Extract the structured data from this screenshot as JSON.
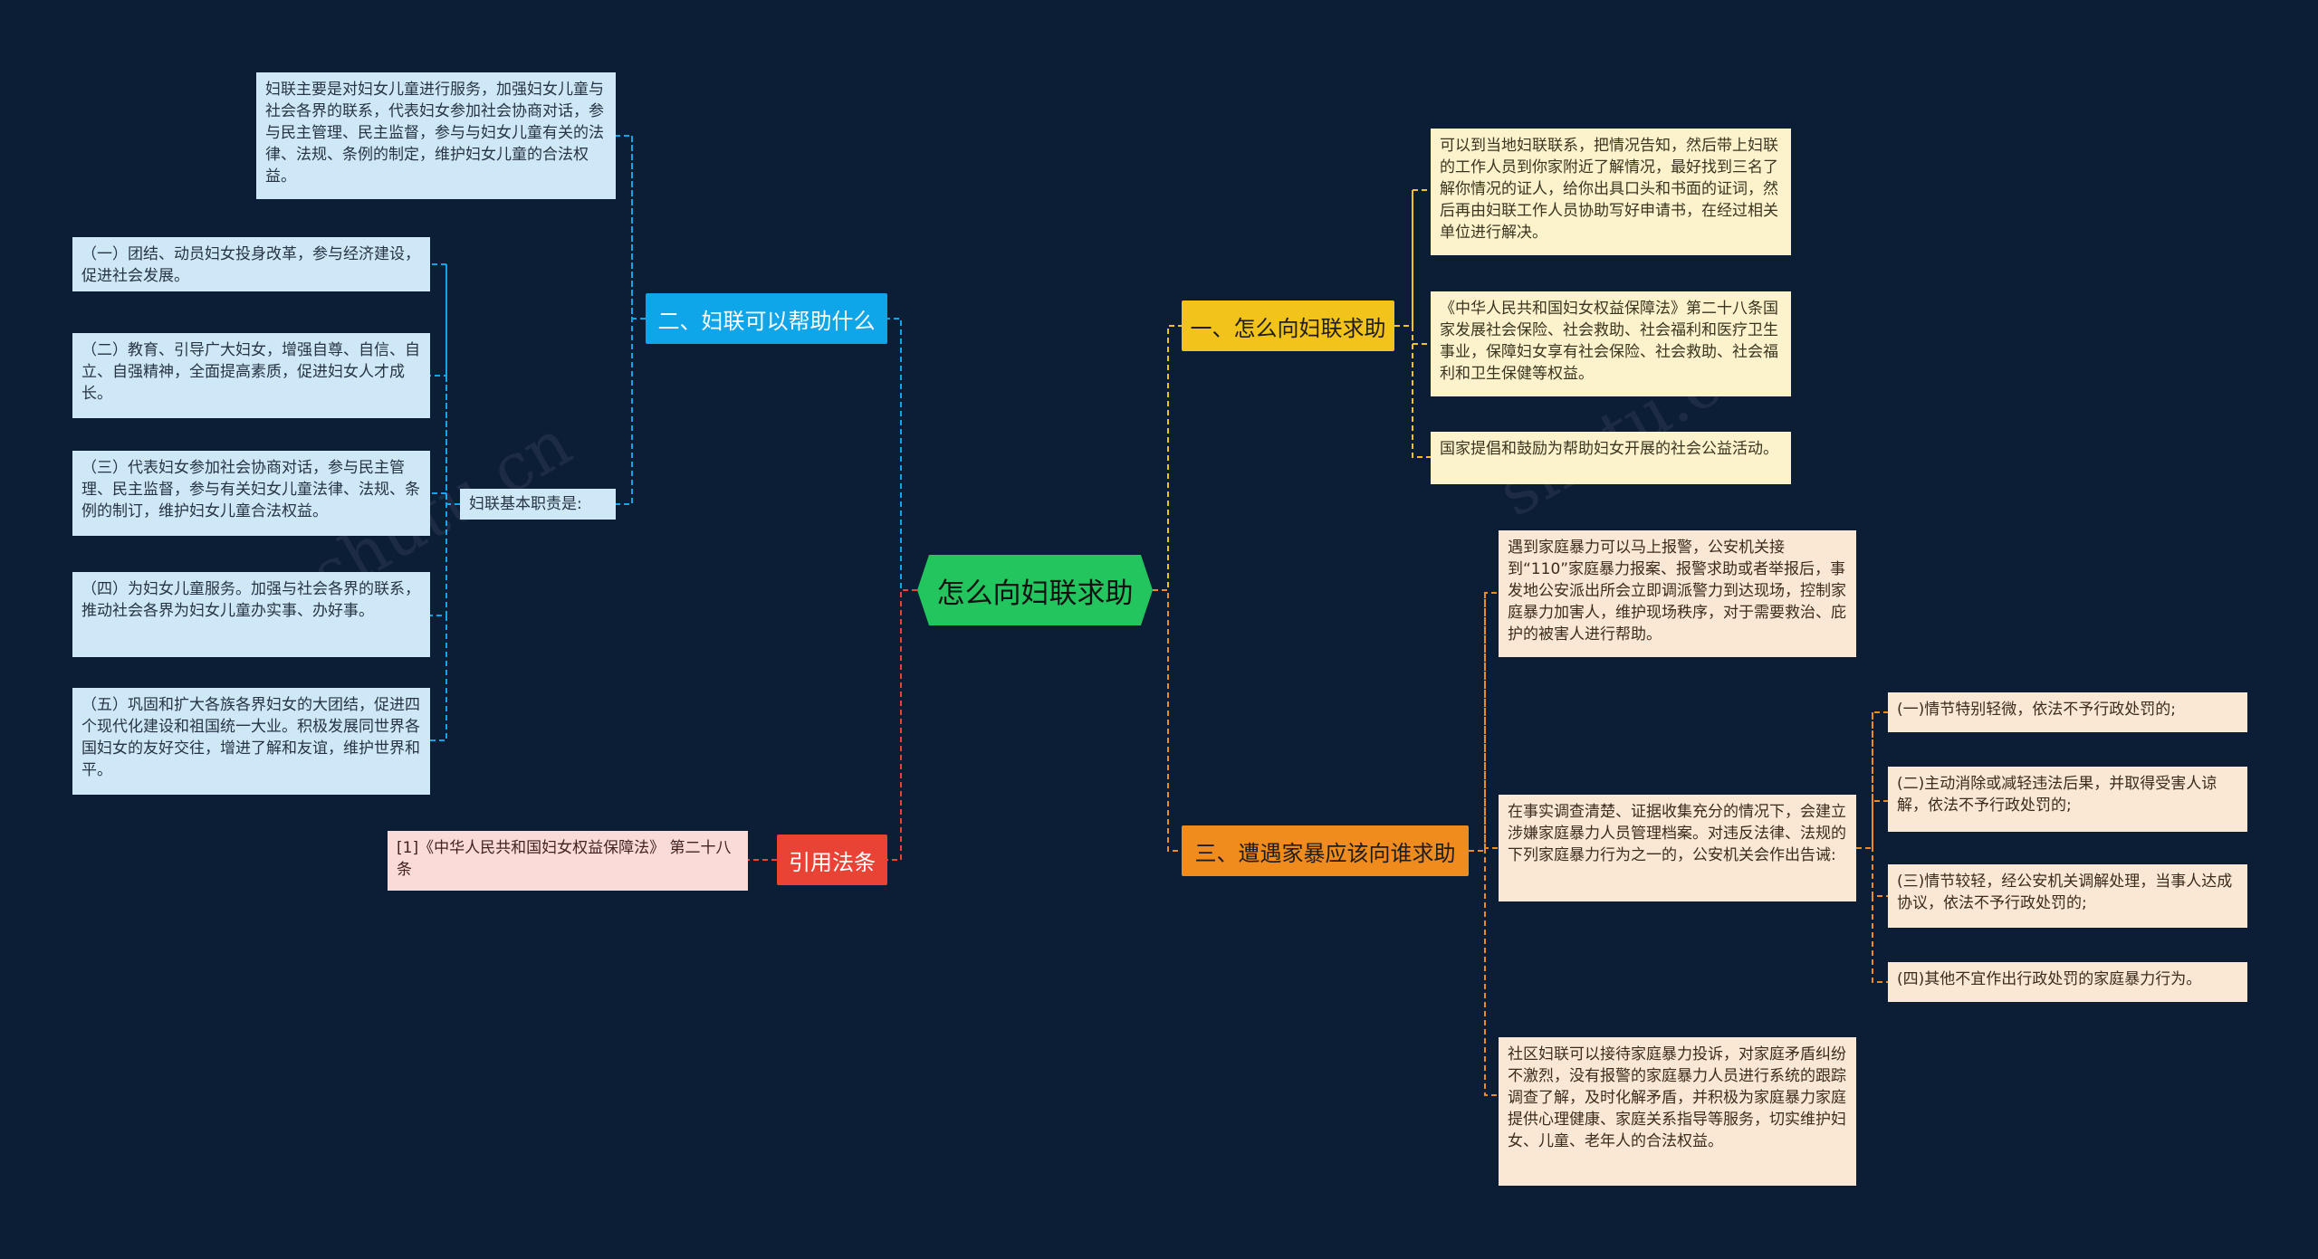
{
  "central": "怎么向妇联求助",
  "branches": {
    "b1": {
      "label": "一、怎么向妇联求助",
      "color": "#f2c31b"
    },
    "b2": {
      "label": "二、妇联可以帮助什么",
      "color": "#0ea5e9"
    },
    "b3": {
      "label": "三、遭遇家暴应该向谁求助",
      "color": "#f08c1e"
    },
    "b4": {
      "label": "引用法条",
      "color": "#e84335"
    }
  },
  "leaves": {
    "b1_1": "可以到当地妇联联系，把情况告知，然后带上妇联的工作人员到你家附近了解情况，最好找到三名了解你情况的证人，给你出具口头和书面的证词，然后再由妇联工作人员协助写好申请书，在经过相关单位进行解决。",
    "b1_2": "《中华人民共和国妇女权益保障法》第二十八条国家发展社会保险、社会救助、社会福利和医疗卫生事业，保障妇女享有社会保险、社会救助、社会福利和卫生保健等权益。",
    "b1_3": "国家提倡和鼓励为帮助妇女开展的社会公益活动。",
    "b2_1": "妇联主要是对妇女儿童进行服务，加强妇女儿童与社会各界的联系，代表妇女参加社会协商对话，参与民主管理、民主监督，参与与妇女儿童有关的法律、法规、条例的制定，维护妇女儿童的合法权益。",
    "b2_2": "妇联基本职责是:",
    "b2_2_1": "（一）团结、动员妇女投身改革，参与经济建设，促进社会发展。",
    "b2_2_2": "（二）教育、引导广大妇女，增强自尊、自信、自立、自强精神，全面提高素质，促进妇女人才成长。",
    "b2_2_3": "（三）代表妇女参加社会协商对话，参与民主管理、民主监督，参与有关妇女儿童法律、法规、条例的制订，维护妇女儿童合法权益。",
    "b2_2_4": "（四）为妇女儿童服务。加强与社会各界的联系，推动社会各界为妇女儿童办实事、办好事。",
    "b2_2_5": "（五）巩固和扩大各族各界妇女的大团结，促进四个现代化建设和祖国统一大业。积极发展同世界各国妇女的友好交往，增进了解和友谊，维护世界和平。",
    "b3_1": "遇到家庭暴力可以马上报警，公安机关接到“110”家庭暴力报案、报警求助或者举报后，事发地公安派出所会立即调派警力到达现场，控制家庭暴力加害人，维护现场秩序，对于需要救治、庇护的被害人进行帮助。",
    "b3_2": "在事实调查清楚、证据收集充分的情况下，会建立涉嫌家庭暴力人员管理档案。对违反法律、法规的下列家庭暴力行为之一的，公安机关会作出告诫:",
    "b3_2_1": "(一)情节特别轻微，依法不予行政处罚的;",
    "b3_2_2": "(二)主动消除或减轻违法后果，并取得受害人谅解，依法不予行政处罚的;",
    "b3_2_3": "(三)情节较轻，经公安机关调解处理，当事人达成协议，依法不予行政处罚的;",
    "b3_2_4": "(四)其他不宜作出行政处罚的家庭暴力行为。",
    "b3_3": "社区妇联可以接待家庭暴力投诉，对家庭矛盾纠纷不激烈，没有报警的家庭暴力人员进行系统的跟踪调查了解，及时化解矛盾，并积极为家庭暴力家庭提供心理健康、家庭关系指导等服务，切实维护妇女、儿童、老年人的合法权益。",
    "b4_1": "[1]《中华人民共和国妇女权益保障法》 第二十八条"
  },
  "colors": {
    "background": "#0c1d36",
    "central": "#22c55e",
    "leaf_blue": "#cfe8f7",
    "leaf_yellow": "#fcf3cc",
    "leaf_orange": "#fbe8d4",
    "leaf_pink": "#fbdbd8"
  }
}
